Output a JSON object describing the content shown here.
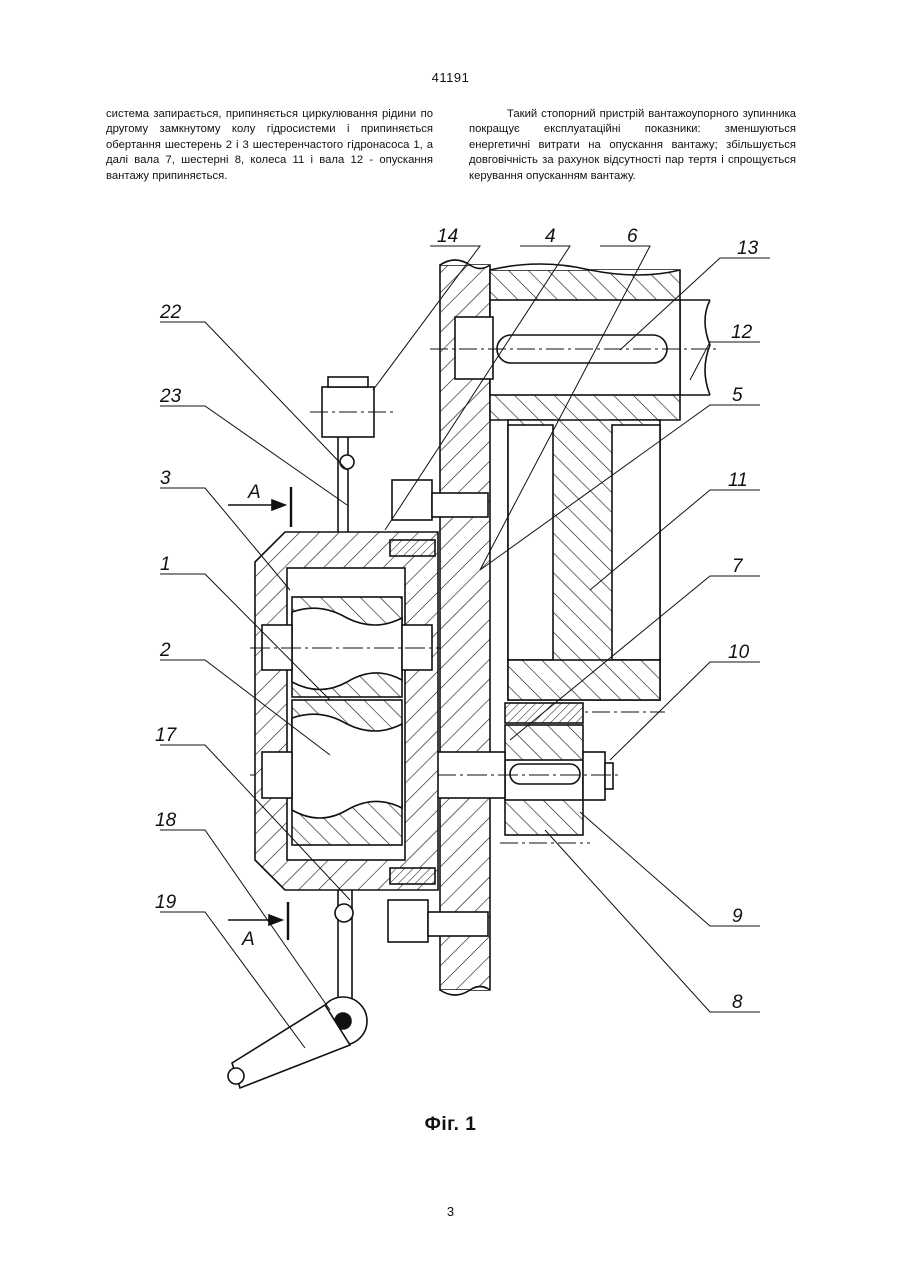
{
  "header": {
    "doc_number": "41191"
  },
  "text": {
    "left_column": "система запирається, припиняється циркулювання рідини по другому замкнутому колу гідросистеми і припиняється обертання шестерень 2 і 3 шестеренчастого гідронасоса 1, а далі вала 7, шестерні 8, колеса 11 і вала 12 - опускання вантажу припиняється.",
    "right_column": "Такий стопорний пристрій вантажоупорного зупинника покращує експлуатаційні показники: зменшуються енергетичні витрати на опускання вантажу; збільшується довговічність за рахунок відсутності пар тертя і спрощується керування опусканням вантажу."
  },
  "figure": {
    "labels": {
      "l14": "14",
      "l4": "4",
      "l6": "6",
      "l13": "13",
      "l12": "12",
      "l22": "22",
      "l23": "23",
      "l5": "5",
      "l3": "3",
      "l11": "11",
      "l1": "1",
      "l7": "7",
      "l2": "2",
      "l10": "10",
      "l17": "17",
      "l18": "18",
      "l9": "9",
      "l19": "19",
      "l8": "8",
      "section_top": "A",
      "section_bottom": "A"
    },
    "caption": "Фіг. 1"
  },
  "footer": {
    "page_number": "3"
  }
}
